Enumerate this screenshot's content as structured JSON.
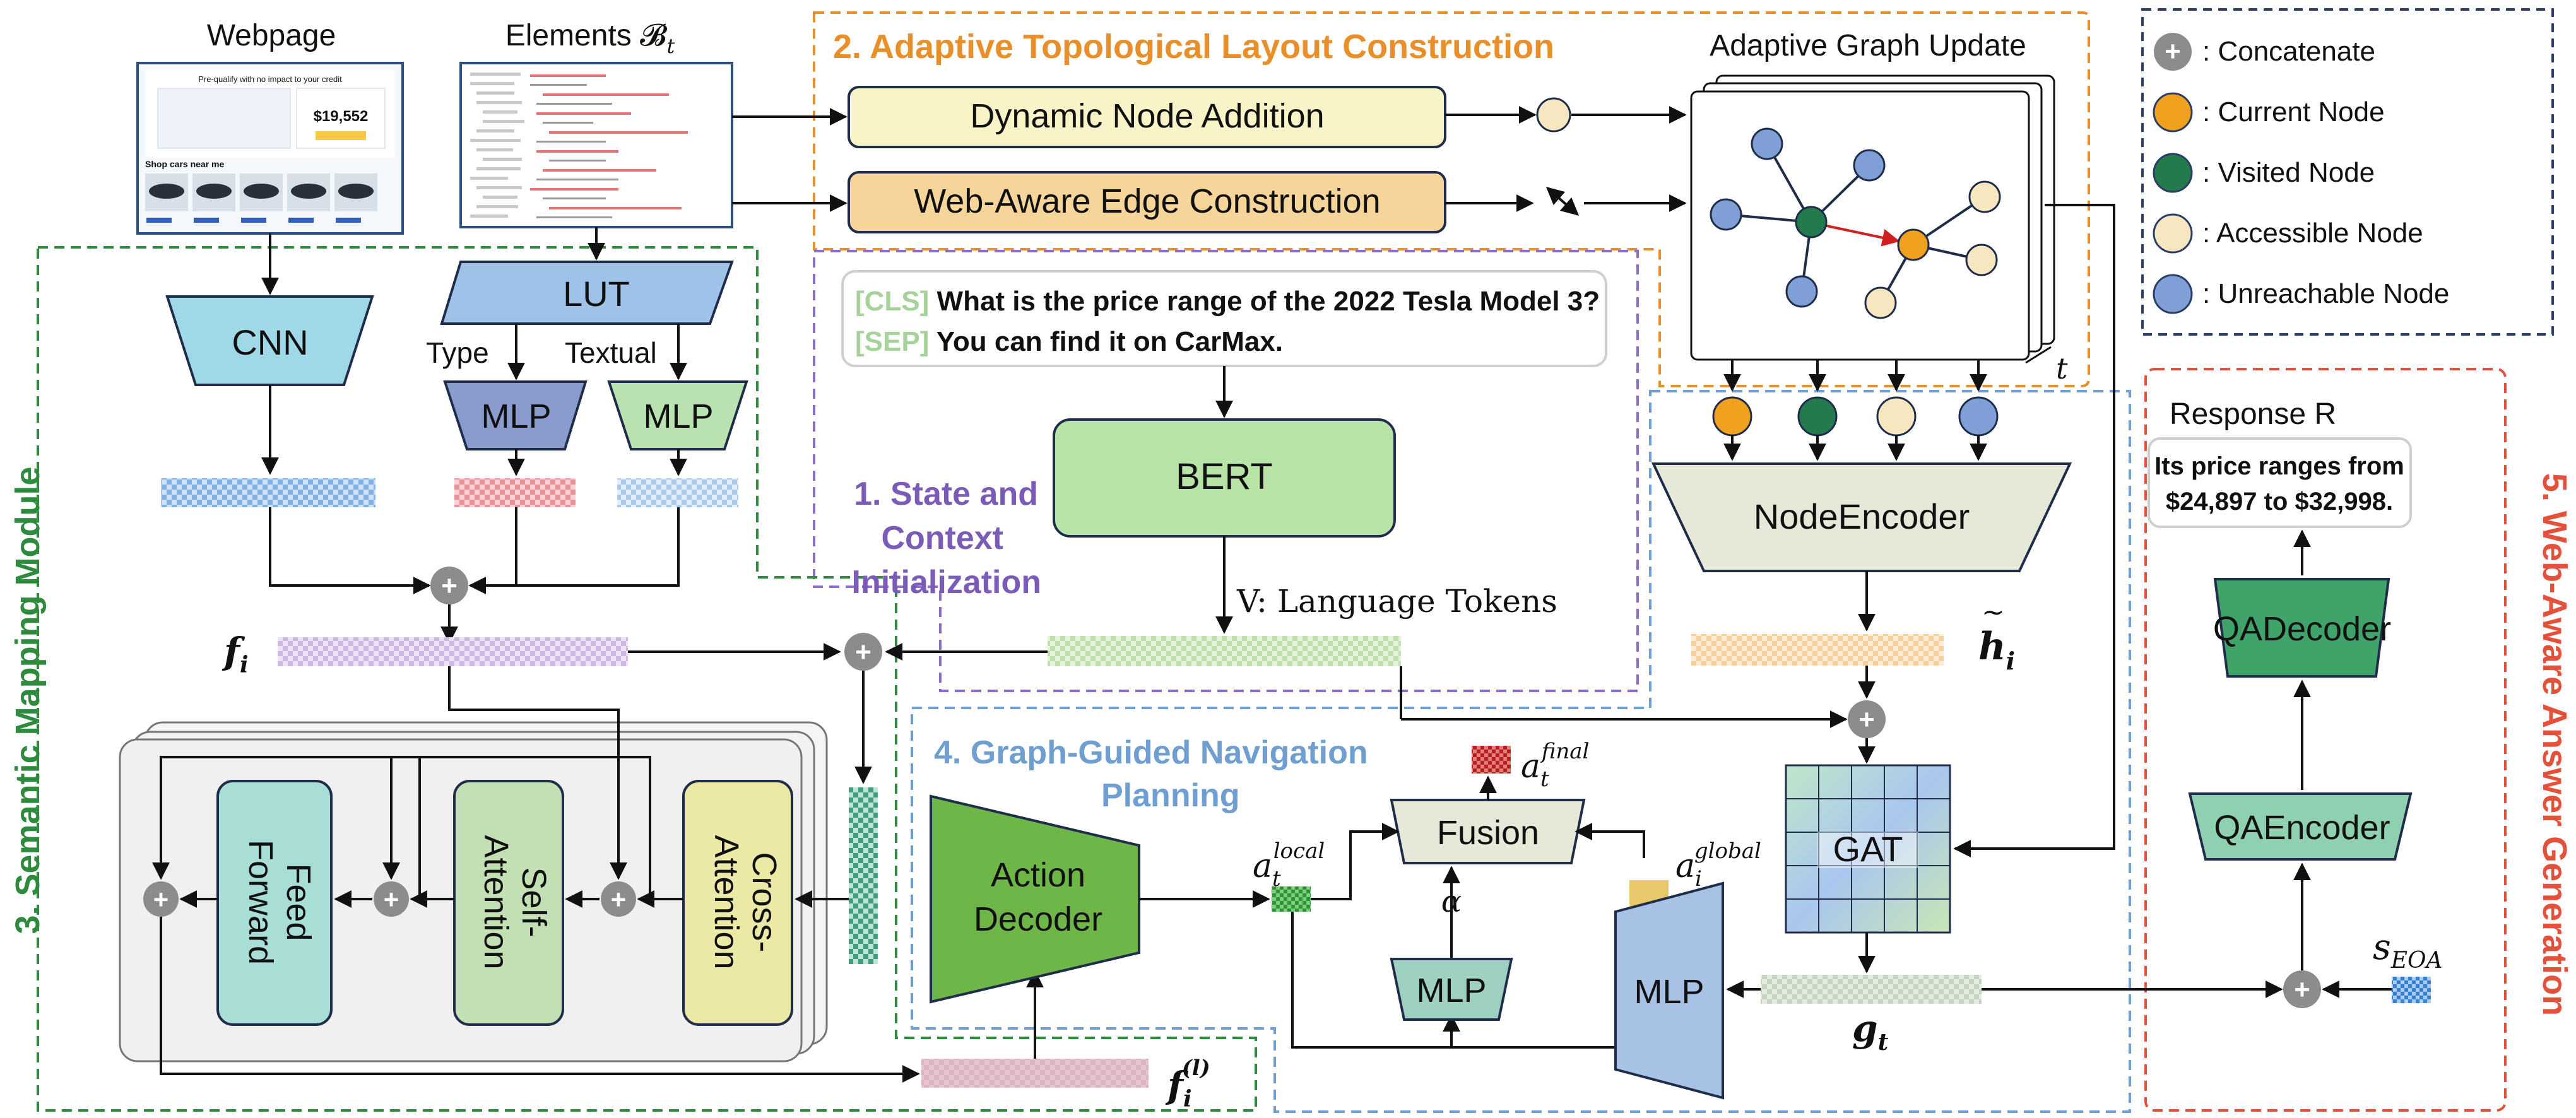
{
  "inputs": {
    "webpage_label": "Webpage",
    "elements_label": "Elements 𝓑",
    "elements_sub": "t",
    "webpage_thumb": {
      "banner": "Pre-qualify with no impact to your credit",
      "price": "$19,552",
      "shop_text": "Shop cars near me"
    }
  },
  "section1": {
    "line1": "1. State and",
    "line2": "Context",
    "line3": "Initialization"
  },
  "section2": {
    "title": "2. Adaptive Topological Layout Construction"
  },
  "section3": {
    "title": "3. Semantic Mapping Module"
  },
  "section4": {
    "line1": "4. Graph-Guided Navigation",
    "line2": "Planning"
  },
  "section5": {
    "title": "5. Web-Aware Answer Generation"
  },
  "modules": {
    "dynamic_node": "Dynamic Node Addition",
    "web_edge": "Web-Aware Edge Construction",
    "adaptive_graph": "Adaptive Graph Update",
    "t_label": "t",
    "cnn": "CNN",
    "lut": "LUT",
    "type_label": "Type",
    "textual_label": "Textual",
    "mlp": "MLP",
    "bert": "BERT",
    "v_tokens": "V: Language Tokens",
    "node_encoder": "NodeEncoder",
    "gat": "GAT",
    "fusion": "Fusion",
    "action_decoder_1": "Action",
    "action_decoder_2": "Decoder",
    "alpha": "α",
    "qa_encoder": "QAEncoder",
    "qa_decoder": "QADecoder",
    "response_label": "Response R",
    "feed_forward_1": "Feed",
    "feed_forward_2": "Forward",
    "self_attention_1": "Self-",
    "self_attention_2": "Attention",
    "cross_attention_1": "Cross-",
    "cross_attention_2": "Attention"
  },
  "prompt": {
    "cls_tag": "[CLS]",
    "cls_text": "What is the price range of the 2022 Tesla Model 3?",
    "sep_tag": "[SEP]",
    "sep_text": "You can find it on CarMax."
  },
  "response": {
    "line1": "Its price ranges from",
    "line2": "$24,897 to $32,998."
  },
  "symbols": {
    "f_i": "f",
    "f_i_sub": "i",
    "f_i_l": "f",
    "f_i_l_sub": "i",
    "f_i_l_sup": "(l)",
    "h_i": "h",
    "h_i_sub": "i",
    "h_tilde": "~",
    "g_t": "g",
    "g_t_sub": "t",
    "a_local": "a",
    "a_local_sub": "t",
    "a_local_sup": "local",
    "a_global": "a",
    "a_global_sub": "i",
    "a_global_sup": "global",
    "a_final": "a",
    "a_final_sub": "t",
    "a_final_sup": "final",
    "s_eoa": "s",
    "s_eoa_sub": "EOA"
  },
  "legend": [
    {
      "symbol": "+",
      "label": ": Concatenate",
      "color": "#8c8c8c"
    },
    {
      "symbol": "",
      "label": ": Current Node",
      "color": "#f0a21e"
    },
    {
      "symbol": "",
      "label": ": Visited Node",
      "color": "#237a4c"
    },
    {
      "symbol": "",
      "label": ": Accessible Node",
      "color": "#f6e7c0"
    },
    {
      "symbol": "",
      "label": ": Unreachable Node",
      "color": "#7f9fd6"
    }
  ],
  "colors": {
    "section1": "#7a5cb8",
    "section2": "#e98f2a",
    "section3": "#2e8b3e",
    "section4": "#6e9fd0",
    "section5": "#e4513b",
    "legend_border": "#2c3e66"
  }
}
